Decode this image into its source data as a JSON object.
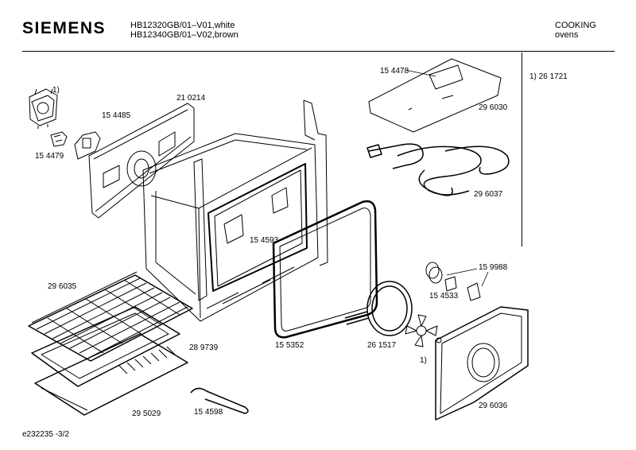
{
  "header": {
    "brand": "SIEMENS",
    "model_line_1": "HB12320GB/01–V01,white",
    "model_line_2": "HB12340GB/01–V02,brown",
    "category": "COOKING",
    "subcategory": "ovens"
  },
  "footnote": "1) 26 1721",
  "footer": {
    "doc_ref": "e232235   -3/2"
  },
  "parts": [
    {
      "label": "1)"
    },
    {
      "label": "15 4485"
    },
    {
      "label": "21 0214"
    },
    {
      "label": "15 4479"
    },
    {
      "label": "15 4478"
    },
    {
      "label": "29 6030"
    },
    {
      "label": "29 6037"
    },
    {
      "label": "15 4593"
    },
    {
      "label": "15 9988"
    },
    {
      "label": "15 4533"
    },
    {
      "label": "29 6035"
    },
    {
      "label": "28 9739"
    },
    {
      "label": "15 5352"
    },
    {
      "label": "26 1517"
    },
    {
      "label": "1)"
    },
    {
      "label": "29 5029"
    },
    {
      "label": "15 4598"
    },
    {
      "label": "29 6036"
    }
  ]
}
